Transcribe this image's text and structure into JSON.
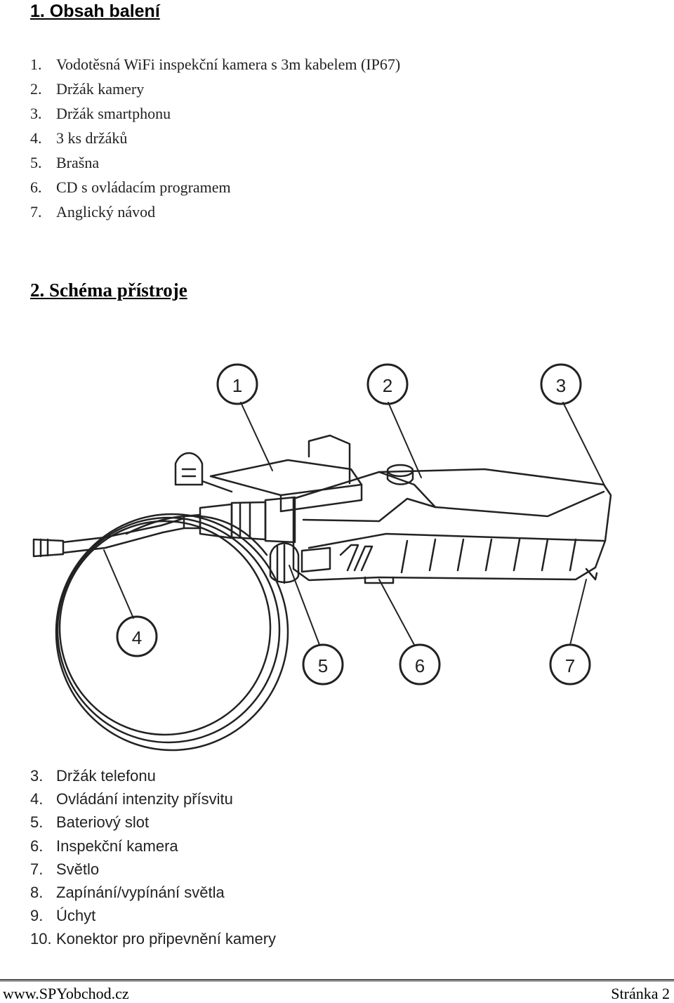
{
  "section1": {
    "title": "1. Obsah balení",
    "items": [
      {
        "num": "1.",
        "text": "Vodotěsná WiFi inspekční kamera s 3m kabelem (IP67)"
      },
      {
        "num": "2.",
        "text": "Držák kamery"
      },
      {
        "num": "3.",
        "text": "Držák smartphonu"
      },
      {
        "num": "4.",
        "text": "3 ks držáků"
      },
      {
        "num": "5.",
        "text": "Brašna"
      },
      {
        "num": "6.",
        "text": "CD s ovládacím programem"
      },
      {
        "num": "7.",
        "text": "Anglický návod"
      }
    ]
  },
  "section2": {
    "title": "2. Schéma přístroje",
    "callouts": [
      "1",
      "2",
      "3",
      "4",
      "5",
      "6",
      "7"
    ],
    "items": [
      {
        "num": "3.",
        "text": "Držák telefonu"
      },
      {
        "num": "4.",
        "text": "Ovládání intenzity přísvitu"
      },
      {
        "num": "5.",
        "text": "Bateriový slot"
      },
      {
        "num": "6.",
        "text": "Inspekční kamera"
      },
      {
        "num": "7.",
        "text": "Světlo"
      },
      {
        "num": "8.",
        "text": "Zapínání/vypínání světla"
      },
      {
        "num": "9.",
        "text": "Úchyt"
      },
      {
        "num": "10.",
        "text": "Konektor pro připevnění kamery"
      }
    ]
  },
  "footer": {
    "website": "www.SPYobchod.cz",
    "page": "Stránka 2"
  }
}
